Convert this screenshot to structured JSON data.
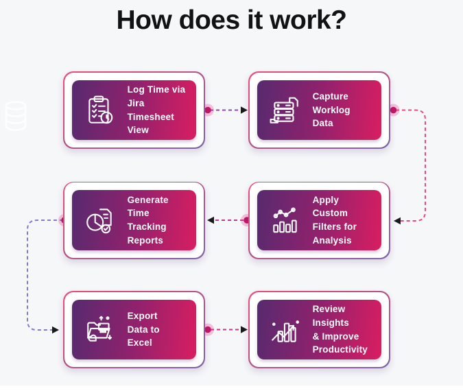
{
  "title": "How does it work?",
  "cards": [
    {
      "id": "log-time",
      "lines": [
        "Log Time via",
        "Jira Timesheet",
        "View"
      ],
      "icon": "clipboard-checklist-clock-icon"
    },
    {
      "id": "capture-worklog",
      "lines": [
        "Capture",
        "Worklog",
        "Data"
      ],
      "icon": "server-stack-document-icon"
    },
    {
      "id": "generate-reports",
      "lines": [
        "Generate",
        "Time Tracking",
        "Reports"
      ],
      "icon": "pie-chart-report-icon"
    },
    {
      "id": "apply-filters",
      "lines": [
        "Apply Custom",
        "Filters for",
        "Analysis"
      ],
      "icon": "line-bar-chart-icon"
    },
    {
      "id": "export-excel",
      "lines": [
        "Export",
        "Data to",
        "Excel"
      ],
      "icon": "export-folder-icon"
    },
    {
      "id": "review-insights",
      "lines": [
        "Review Insights",
        "& Improve",
        "Productivity"
      ],
      "icon": "growth-chart-icon"
    }
  ],
  "flow_sequence": [
    "log-time",
    "capture-worklog",
    "apply-filters",
    "generate-reports",
    "export-excel",
    "review-insights"
  ],
  "connectors": [
    {
      "from": "log-time",
      "to": "capture-worklog",
      "color": "#8e44ad"
    },
    {
      "from": "capture-worklog",
      "to": "apply-filters",
      "color": "#e8487a"
    },
    {
      "from": "apply-filters",
      "to": "generate-reports",
      "color": "#c0368e"
    },
    {
      "from": "generate-reports",
      "to": "export-excel",
      "color": "#8878c8"
    },
    {
      "from": "export-excel",
      "to": "review-insights",
      "color": "#c0368e"
    }
  ],
  "colors": {
    "background": "#f6f7f9",
    "title_color": "#121212",
    "card_gradient_start": "#572a6e",
    "card_gradient_end": "#d91e61",
    "border_gradient_start": "#ee4d77",
    "border_gradient_end": "#7e62a8",
    "node_dot": "#c21766",
    "node_halo": "rgba(232,62,140,0.28)",
    "arrowhead": "#1a1a1a",
    "icon_color": "#ffffff"
  }
}
